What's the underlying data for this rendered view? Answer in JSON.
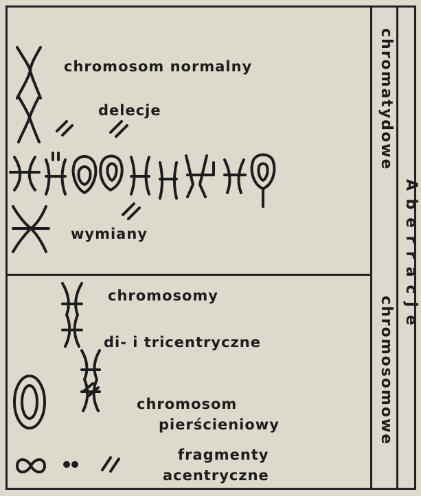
{
  "labels": {
    "normal": "chromosom normalny",
    "deletion": "delecje",
    "exchange": "wymiany",
    "chromosomes": "chromosomy",
    "dicentric": "di-  i tricentryczne",
    "ring_line1": "chromosom",
    "ring_line2": "pierścieniowy",
    "fragments_line1": "fragmenty",
    "fragments_line2": "acentryczne"
  },
  "side_labels": {
    "chromatid": "chromatydowe",
    "aberrations": "A b e r r a c j e",
    "chromosomal": "chromosomowe"
  }
}
